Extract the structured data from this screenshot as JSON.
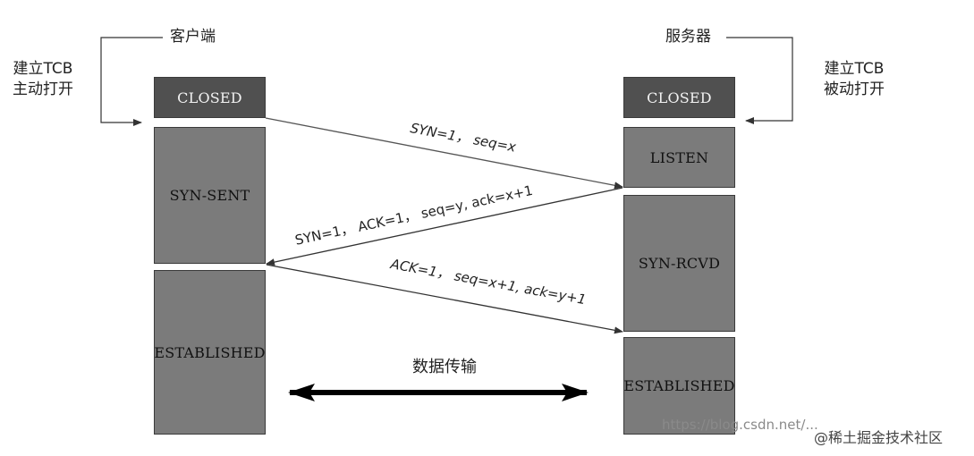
{
  "client": {
    "title": "客户端",
    "side_note": [
      "建立TCB",
      "主动打开"
    ],
    "states": {
      "closed": "CLOSED",
      "syn_sent": "SYN-SENT",
      "established": "ESTABLISHED"
    }
  },
  "server": {
    "title": "服务器",
    "side_note": [
      "建立TCB",
      "被动打开"
    ],
    "states": {
      "closed": "CLOSED",
      "listen": "LISTEN",
      "syn_rcvd": "SYN-RCVD",
      "established": "ESTABLISHED"
    }
  },
  "messages": {
    "first": "SYN=1， seq=x",
    "second": "SYN=1， ACK=1， seq=y, ack=x+1",
    "third": "ACK=1， seq=x+1, ack=y+1"
  },
  "data_transfer": "数据传输",
  "watermark": {
    "url": "https://blog.csdn.net/...",
    "brand": "@稀土掘金技术社区"
  },
  "colors": {
    "closed_box": "#505050",
    "state_box": "#7b7b7b",
    "line": "#222222"
  }
}
